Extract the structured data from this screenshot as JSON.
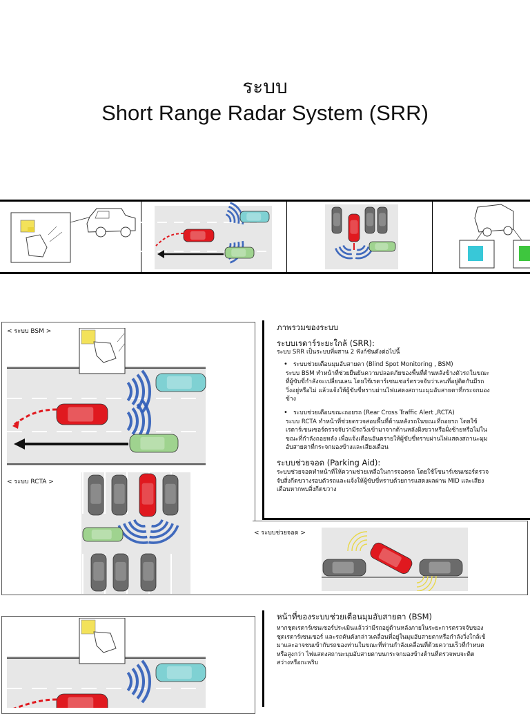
{
  "title": {
    "thai": "ระบบ",
    "english": "Short Range Radar System (SRR)"
  },
  "section1": {
    "label_bsm": "< ระบบ BSM >",
    "label_rcta": "< ระบบ RCTA >",
    "label_parking": "< ระบบช่วยจอด >",
    "overview_heading": "ภาพรวมของระบบ",
    "srr_heading": "ระบบเรดาร์ระยะใกล้ (SRR):",
    "srr_intro": "ระบบ SRR เป็นระบบที่ผสาน 2 ฟังก์ชันดังต่อไปนี้",
    "bullets": [
      {
        "title": "ระบบช่วยเตือนมุมอับสายตา (Blind Spot Monitoring , BSM)",
        "lines": [
          "ระบบ BSM ทำหน้าที่ช่วยยืนยันความปลอดภัยของพื้นที่ด้านหลังข้างตัวรถในขณะ",
          "ที่ผู้ขับขี่กำลังจะเปลี่ยนเลน โดยใช้เรดาร์เซนเซอร์ตรวจจับว่าเลนที่อยู่ติดกันมีรถ",
          "วิ่งอยู่หรือไม่ แล้วแจ้งให้ผู้ขับขี่ทราบผ่านไฟแสดงสถานะมุมอับสายตาที่กระจกมอง",
          "ข้าง"
        ]
      },
      {
        "title": "ระบบช่วยเตือนขณะถอยรถ (Rear Cross Traffic Alert ,RCTA)",
        "lines": [
          "ระบบ RCTA ทำหน้าที่ช่วยตรวจสอบพื้นที่ด้านหลังรถในขณะที่ถอยรถ โดยใช้",
          "เรดาร์เซนเซอร์ตรวจจับว่ามีรถวิ่งเข้ามาจากด้านหลังฝั่งขวาหรือฝั่งซ้ายหรือไม่ใน",
          "ขณะที่กำลังถอยหลัง เพื่อแจ้งเตือนอันตรายให้ผู้ขับขี่ทราบผ่านไฟแสดงสถานะมุม",
          "อับสายตาที่กระจกมองข้างและเสียงเตือน"
        ]
      }
    ],
    "parking_heading": "ระบบช่วยจอด (Parking Aid):",
    "parking_lines": [
      "ระบบช่วยจอดทำหน้าที่ให้ความช่วยเหลือในการจอดรถ โดยใช้โซนาร์เซนเซอร์ตรวจ",
      "จับสิ่งกีดขวางรอบตัวรถและแจ้งให้ผู้ขับขี่ทราบด้วยการแสดงผลผ่าน MID และเสียง",
      "เตือนหากพบสิ่งกีดขวาง"
    ]
  },
  "section2": {
    "heading": "หน้าที่ของระบบช่วยเตือนมุมอับสายตา (BSM)",
    "lines": [
      "หากชุดเรดาร์เซนเซอร์ประเมินแล้วว่ามีรถอยู่ด้านหลังภายในระยะการตรวจจับของ",
      "ชุดเรดาร์เซนเซอร์ และรถคันดังกล่าวเคลื่อนที่อยู่ในมุมอับสายตาหรือกำลังวิ่งใกล้เข้",
      "มาและอาจชนเข้ากับรถของท่านในขณะที่ท่านกำลังเคลื่อนที่ด้วยความเร็วที่กำหนด",
      "หรือสูงกว่า ไฟแสดงสถานะมุมอับสายตาบนกระจกมองข้างด้านที่ตรวจพบจะติด",
      "สว่างหรือกะพริบ"
    ]
  },
  "colors": {
    "host_car": "#e0191f",
    "target_car": "#9fd38f",
    "cyan_car": "#7fd1d3",
    "gray_car": "#6b6b6b",
    "radar_wave": "#2d5cb8",
    "road": "#e7e7e7"
  },
  "icons": [
    "mirror-indicator-icon",
    "pickup-truck-icon",
    "radar-wave-icon",
    "arrow-icon"
  ]
}
